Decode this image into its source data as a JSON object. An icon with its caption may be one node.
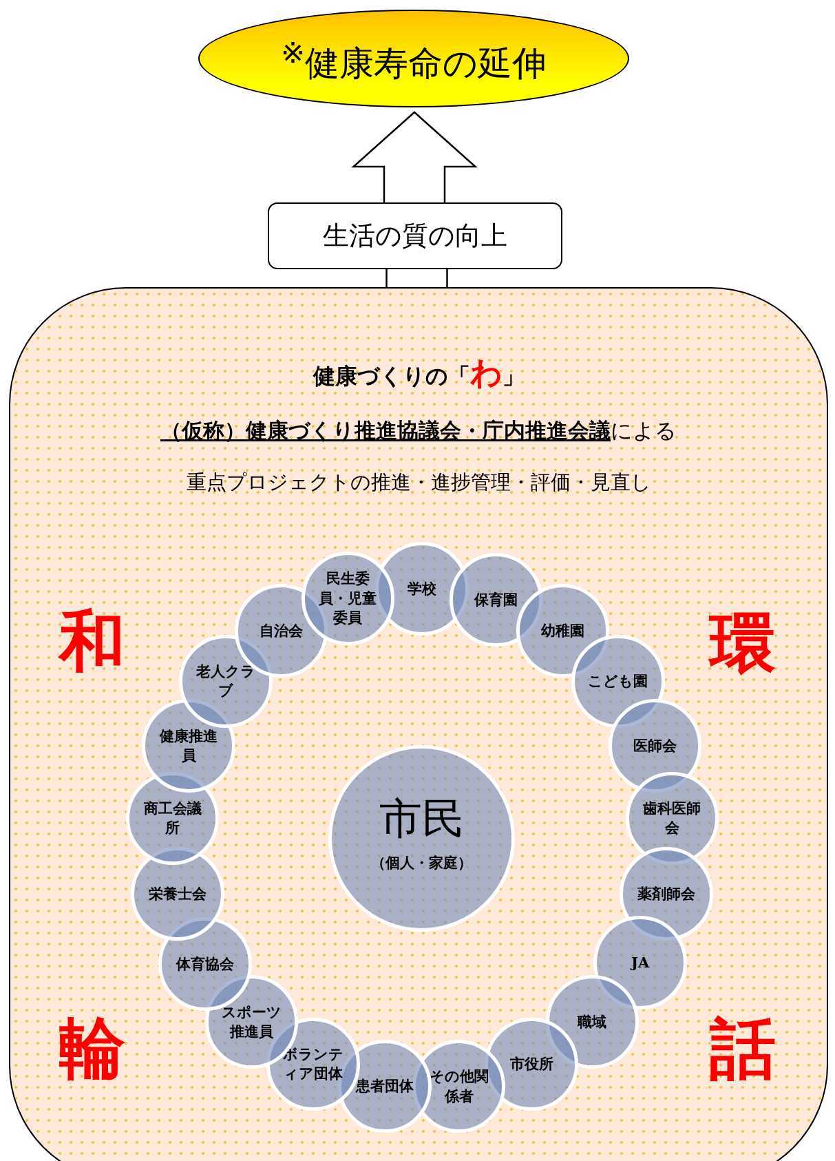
{
  "diagram": {
    "nodes": [
      {
        "text": [
          "$^{※}$健康寿命の延伸"
        ]
      },
      {
        "text": [
          "生活の質の向上"
        ]
      },
      {
        "text": [
          "健康づくりの「**わ**」",
          "**（仮称）健康づくり推進協議会・庁内推進会議**による",
          "重点プロジェクトの推進・進捗管理・評価・見直し"
        ]
      },
      {
        "text": [
          "市民",
          "（個人・家庭）"
        ],
        "in": 2
      },
      {
        "text": [
          "学校"
        ],
        "in": 2
      },
      {
        "text": [
          "保育園"
        ],
        "in": 2
      },
      {
        "text": [
          "幼稚園"
        ],
        "in": 2
      },
      {
        "text": [
          "こども園"
        ],
        "in": 2
      },
      {
        "text": [
          "医師会"
        ],
        "in": 2
      },
      {
        "text": [
          "歯科医師会"
        ],
        "in": 2
      },
      {
        "text": [
          "薬剤師会"
        ],
        "in": 2
      },
      {
        "text": [
          "JA"
        ],
        "in": 2
      },
      {
        "text": [
          "職域"
        ],
        "in": 2
      },
      {
        "text": [
          "市役所"
        ],
        "in": 2
      },
      {
        "text": [
          "その他関係者"
        ],
        "in": 2
      },
      {
        "text": [
          "患者団体"
        ],
        "in": 2
      },
      {
        "text": [
          "ボランティア団体"
        ],
        "in": 2
      },
      {
        "text": [
          "スポーツ推進員"
        ],
        "in": 2
      },
      {
        "text": [
          "体育協会"
        ],
        "in": 2
      },
      {
        "text": [
          "栄養士会"
        ],
        "in": 2
      },
      {
        "text": [
          "商工会議所"
        ],
        "in": 2
      },
      {
        "text": [
          "健康推進員"
        ],
        "in": 2
      },
      {
        "text": [
          "老人クラブ"
        ],
        "in": 2
      },
      {
        "text": [
          "自治会"
        ],
        "in": 2
      },
      {
        "text": [
          "民生委員・児童委員"
        ],
        "in": 2
      }
    ],
    "edges": [
      {
        "from": 2,
        "to": 1,
        "arrow": "none"
      },
      {
        "from": 1,
        "to": 0,
        "arrow": "to"
      }
    ],
    "labels": [
      "和",
      "環",
      "輪",
      "話"
    ]
  }
}
